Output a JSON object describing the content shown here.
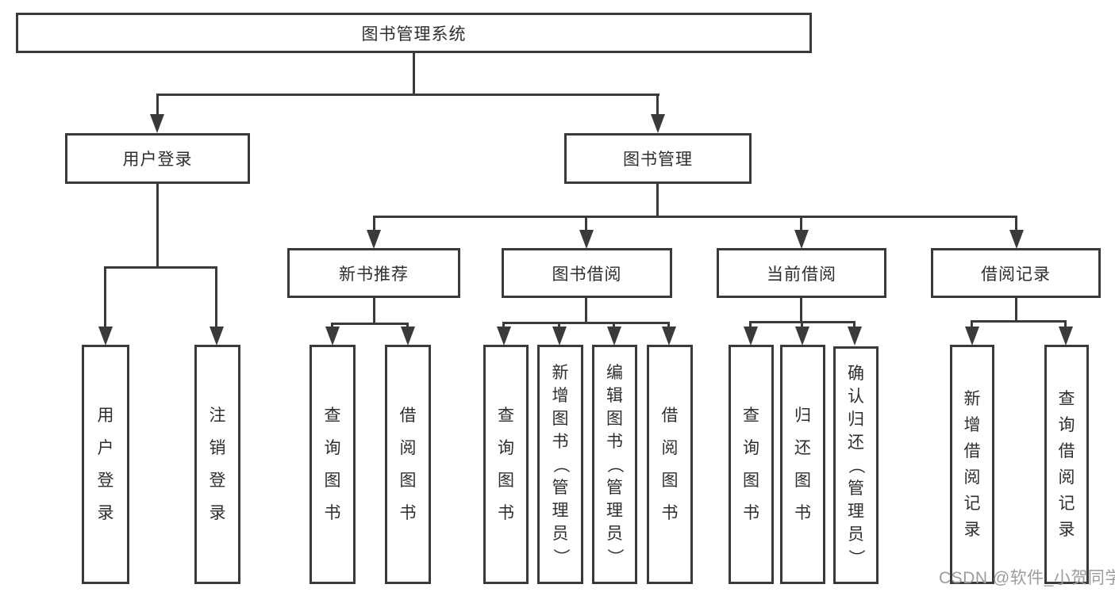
{
  "diagram": {
    "root": {
      "label": "图书管理系统"
    },
    "level2": [
      {
        "label": "用户登录",
        "leaves": [
          "用户登录",
          "注销登录"
        ]
      },
      {
        "label": "图书管理",
        "groups": [
          {
            "label": "新书推荐",
            "leaves": [
              "查询图书",
              "借阅图书"
            ]
          },
          {
            "label": "图书借阅",
            "leaves": [
              "查询图书",
              "新增图书（管理员）",
              "编辑图书（管理员）",
              "借阅图书"
            ]
          },
          {
            "label": "当前借阅",
            "leaves": [
              "查询图书",
              "归还图书",
              "确认归还（管理员）"
            ]
          },
          {
            "label": "借阅记录",
            "leaves": [
              "新增借阅记录",
              "查询借阅记录"
            ]
          }
        ]
      }
    ]
  },
  "watermark": {
    "text": "CSDN @软件_小贺同学"
  },
  "colors": {
    "line": "#3a3a3a",
    "text": "#2e2e2e",
    "watermark": "#9c9c9c",
    "background": "#ffffff"
  }
}
